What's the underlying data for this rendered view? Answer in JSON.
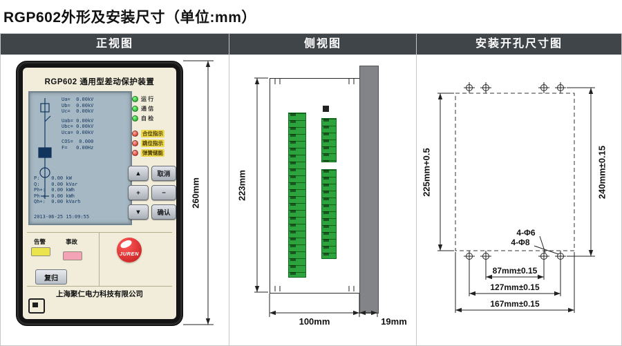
{
  "page": {
    "title": "RGP602外形及安装尺寸（单位:mm）"
  },
  "panels": {
    "front": {
      "header": "正视图"
    },
    "side": {
      "header": "侧视图"
    },
    "cutout": {
      "header": "安装开孔尺寸图"
    }
  },
  "device": {
    "model_title": "RGP602 通用型差动保护装置",
    "status_leds": [
      {
        "label": "运 行",
        "color": "green"
      },
      {
        "label": "通 信",
        "color": "green"
      },
      {
        "label": "自 检",
        "color": "green"
      }
    ],
    "signal_leds": [
      {
        "label": "合位指示",
        "color": "red"
      },
      {
        "label": "跳位指示",
        "color": "red"
      },
      {
        "label": "弹簧储能",
        "color": "red"
      }
    ],
    "lcd": {
      "phase_voltages": [
        "Ua=  0.00kV",
        "Ub=  0.00kV",
        "Uc=  0.00kV"
      ],
      "line_voltages": [
        "Uab= 0.00kV",
        "Ubc= 0.00kV",
        "Uca= 0.00kV"
      ],
      "cos": "COS=  0.000",
      "freq": "F=   0.00Hz",
      "power": [
        "P:    0.00 kW",
        "Q:    0.00 kVar"
      ],
      "energy": [
        "Ph+:  0.00 kWh",
        "Ph-:  0.00 kWh",
        "Qh+:  0.00 kVarh"
      ],
      "datetime": "2013-06-25 15:09:55"
    },
    "buttons": {
      "up": "▲",
      "cancel": "取消",
      "plus": "+",
      "minus": "−",
      "down": "▼",
      "confirm": "确认"
    },
    "indicators": {
      "alarm": "告警",
      "fault": "事故"
    },
    "reset_button": "复归",
    "brand": {
      "logo": "JUREN",
      "company": "上海聚仁电力科技有限公司"
    }
  },
  "dimensions": {
    "front_height": "260mm",
    "side_height": "223mm",
    "side_depth": "100mm",
    "panel_thickness": "19mm",
    "cutout_height": "225mm+0.5",
    "hole_v_spacing": "240mm±0.15",
    "hole_small": "4-Φ6",
    "hole_large": "4-Φ8",
    "hole_h_spacing_1": "87mm±0.15",
    "hole_h_spacing_2": "127mm±0.15",
    "hole_h_spacing_3": "167mm±0.15"
  },
  "colors": {
    "header_bg": "#40454a",
    "device_face": "#f1edda",
    "lcd_bg": "#a6b8c4",
    "terminal_green": "#2ca33c",
    "alarm_yellow": "#ece44e",
    "fault_pink": "#f3a3b5",
    "logo_red": "#d42222"
  }
}
